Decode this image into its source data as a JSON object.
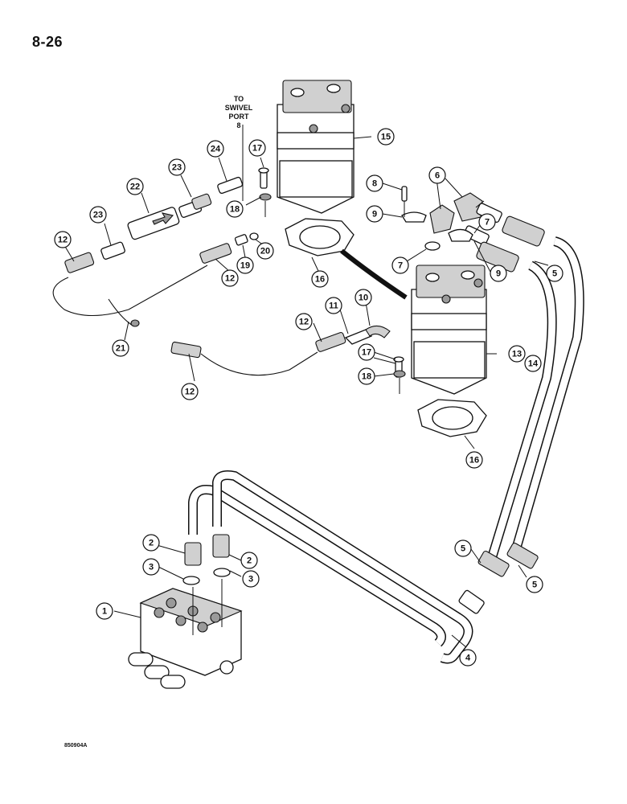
{
  "page": {
    "number": "8-26",
    "drawing_code": "850904A"
  },
  "note": {
    "text": "TO\nSWIVEL\nPORT\n8"
  },
  "callouts": [
    "1",
    "2",
    "2",
    "3",
    "3",
    "4",
    "5",
    "5",
    "5",
    "6",
    "7",
    "7",
    "8",
    "9",
    "9",
    "10",
    "11",
    "12",
    "12",
    "12",
    "12",
    "13",
    "14",
    "15",
    "16",
    "16",
    "17",
    "17",
    "18",
    "18",
    "19",
    "20",
    "21",
    "22",
    "23",
    "23",
    "24"
  ]
}
